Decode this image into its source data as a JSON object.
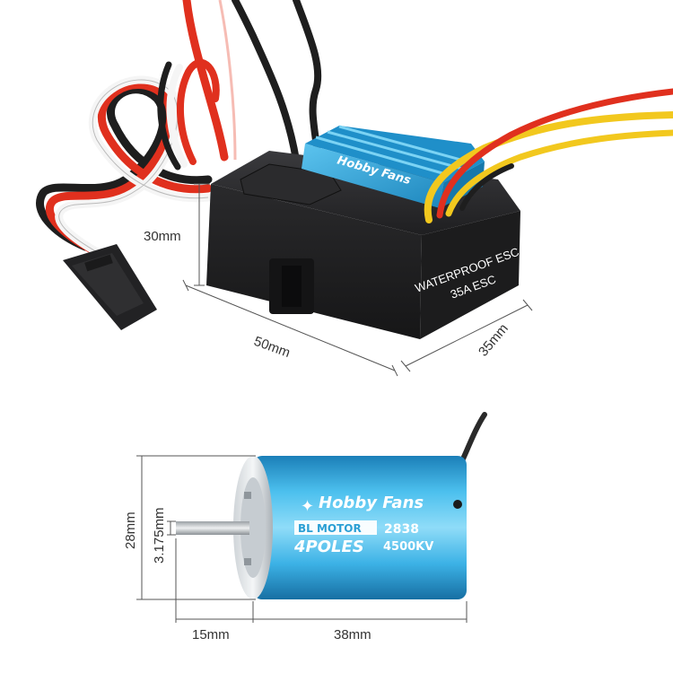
{
  "esc": {
    "brand": "Hobby Fans",
    "label_line1": "WATERPROOF ESC",
    "label_line2": "35A ESC",
    "dim_height": "30mm",
    "dim_length": "50mm",
    "dim_width": "35mm"
  },
  "motor": {
    "brand": "Hobby Fans",
    "line1_a": "BL MOTOR",
    "line1_b": "2838",
    "line2_a": "4POLES",
    "line2_b": "4500KV",
    "dim_height": "28mm",
    "dim_shaft": "3.175mm",
    "dim_shaft_len": "15mm",
    "dim_body_len": "38mm"
  },
  "colors": {
    "esc_body": "#232325",
    "heatsink_blue": "#2aa3d9",
    "motor_blue": "#3ab4e6",
    "wire_red": "#e0301e",
    "wire_yellow": "#f2c81e",
    "wire_black": "#1e1e1e"
  }
}
